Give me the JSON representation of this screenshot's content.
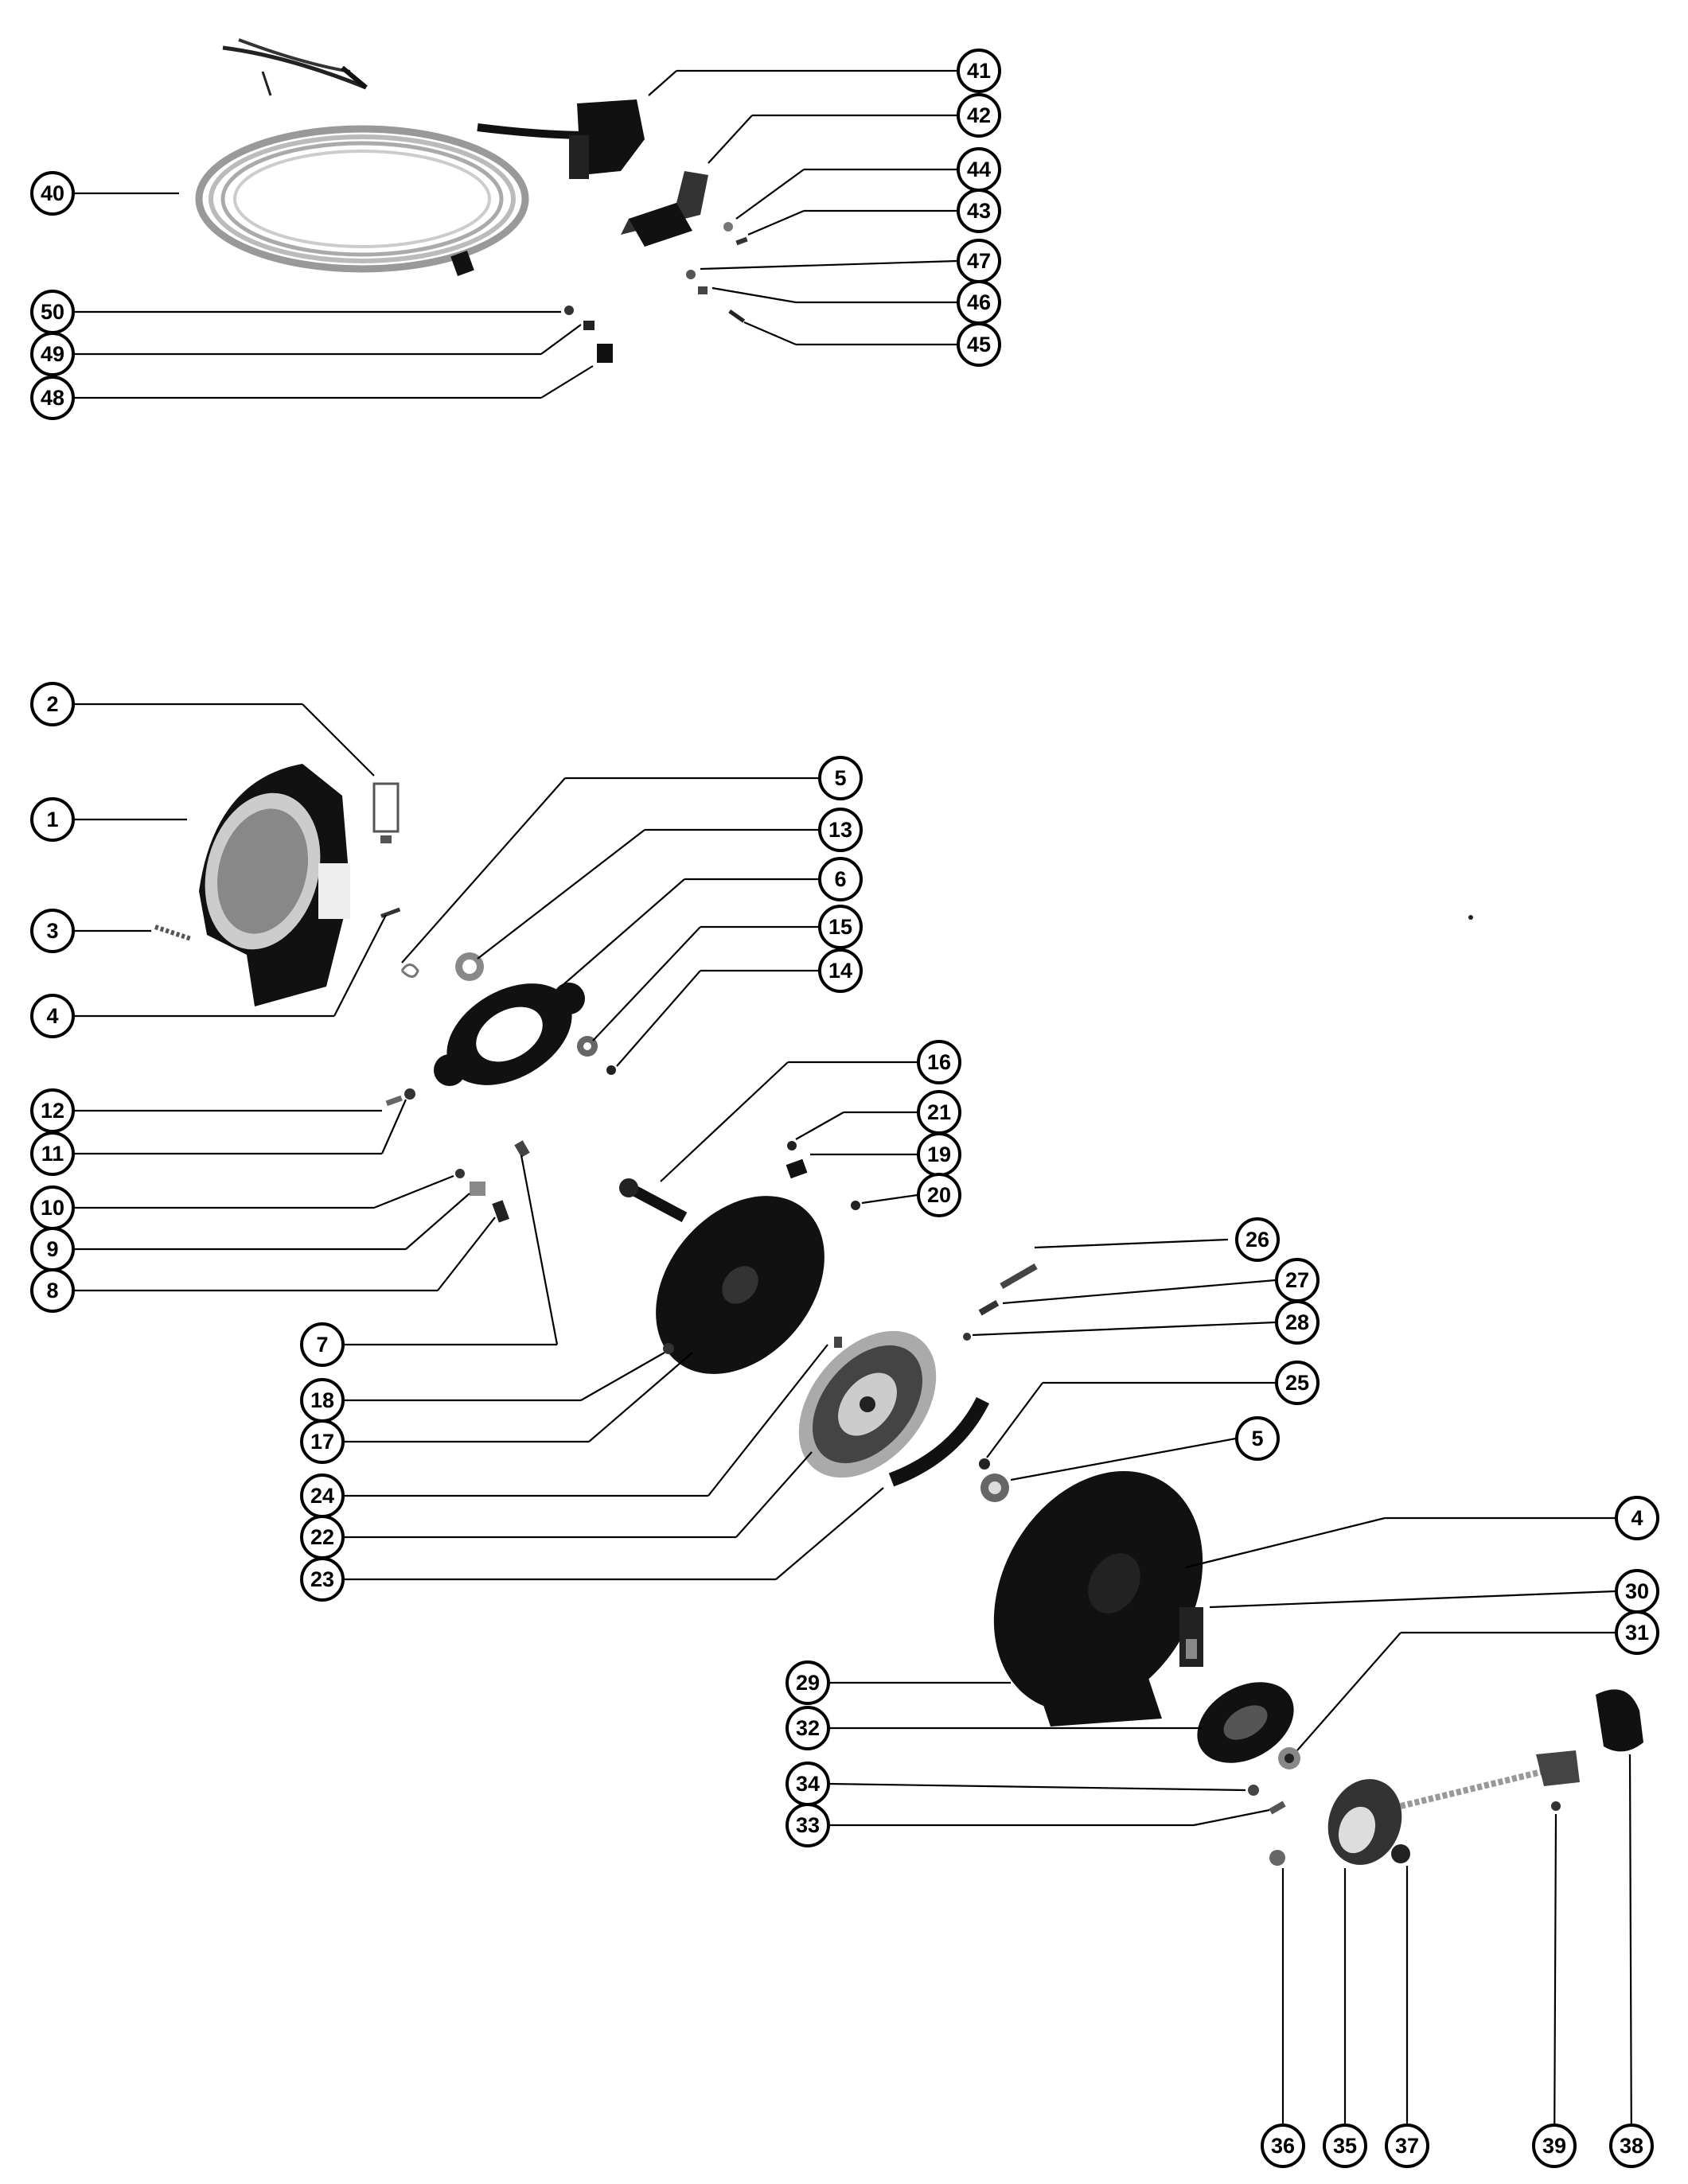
{
  "diagram": {
    "callouts": [
      {
        "id": "40"
      },
      {
        "id": "41"
      },
      {
        "id": "42"
      },
      {
        "id": "44"
      },
      {
        "id": "43"
      },
      {
        "id": "47"
      },
      {
        "id": "46"
      },
      {
        "id": "45"
      },
      {
        "id": "50"
      },
      {
        "id": "49"
      },
      {
        "id": "48"
      },
      {
        "id": "2"
      },
      {
        "id": "1"
      },
      {
        "id": "3"
      },
      {
        "id": "4"
      },
      {
        "id": "5"
      },
      {
        "id": "13"
      },
      {
        "id": "6"
      },
      {
        "id": "15"
      },
      {
        "id": "14"
      },
      {
        "id": "12"
      },
      {
        "id": "11"
      },
      {
        "id": "10"
      },
      {
        "id": "9"
      },
      {
        "id": "8"
      },
      {
        "id": "7"
      },
      {
        "id": "16"
      },
      {
        "id": "21"
      },
      {
        "id": "19"
      },
      {
        "id": "20"
      },
      {
        "id": "18"
      },
      {
        "id": "17"
      },
      {
        "id": "24"
      },
      {
        "id": "22"
      },
      {
        "id": "23"
      },
      {
        "id": "26"
      },
      {
        "id": "27"
      },
      {
        "id": "28"
      },
      {
        "id": "25"
      },
      {
        "id": "5"
      },
      {
        "id": "4"
      },
      {
        "id": "30"
      },
      {
        "id": "31"
      },
      {
        "id": "29"
      },
      {
        "id": "32"
      },
      {
        "id": "34"
      },
      {
        "id": "33"
      },
      {
        "id": "36"
      },
      {
        "id": "35"
      },
      {
        "id": "37"
      },
      {
        "id": "39"
      },
      {
        "id": "38"
      }
    ]
  }
}
